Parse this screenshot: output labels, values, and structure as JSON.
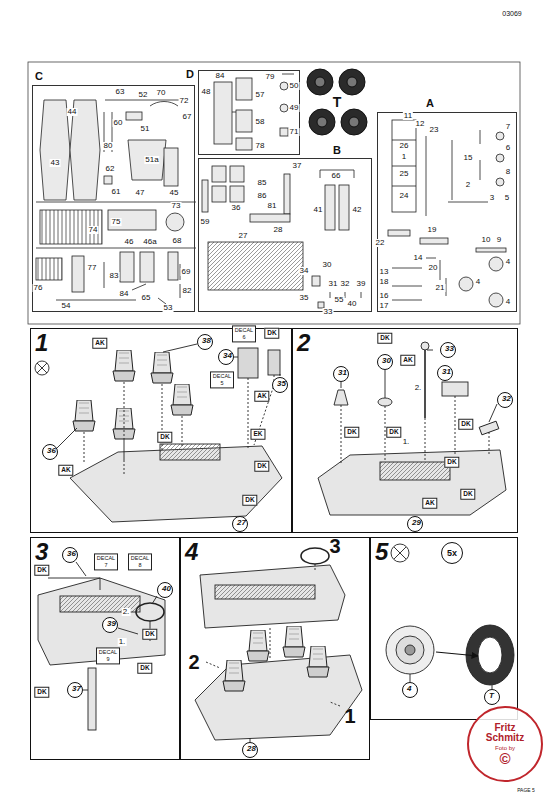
{
  "diagram": {
    "nodes": [
      {
        "text": [
          "C"
        ]
      },
      {
        "text": [
          "D"
        ]
      },
      {
        "text": [
          "B"
        ]
      },
      {
        "text": [
          "A"
        ]
      },
      {
        "text": [
          "1"
        ]
      },
      {
        "text": [
          "38"
        ],
        "in": 4
      },
      {
        "text": [
          "36"
        ],
        "in": 4
      },
      {
        "text": [
          "34"
        ],
        "in": 4
      },
      {
        "text": [
          "35"
        ],
        "in": 4
      },
      {
        "text": [
          "27"
        ],
        "in": 4
      },
      {
        "text": [
          "2"
        ]
      },
      {
        "text": [
          "31"
        ],
        "in": 10
      },
      {
        "text": [
          "30"
        ],
        "in": 10
      },
      {
        "text": [
          "33"
        ],
        "in": 10
      },
      {
        "text": [
          "31"
        ],
        "in": 10
      },
      {
        "text": [
          "32"
        ],
        "in": 10
      },
      {
        "text": [
          "29"
        ],
        "in": 10
      },
      {
        "text": [
          "3"
        ]
      },
      {
        "text": [
          "36"
        ],
        "in": 17
      },
      {
        "text": [
          "40"
        ],
        "in": 17
      },
      {
        "text": [
          "39"
        ],
        "in": 17
      },
      {
        "text": [
          "37"
        ],
        "in": 17
      },
      {
        "text": [
          "4"
        ]
      },
      {
        "text": [
          "28"
        ],
        "in": 22
      },
      {
        "text": [
          "5"
        ]
      },
      {
        "text": [
          "4"
        ],
        "in": 24
      },
      {
        "text": [
          "T"
        ],
        "in": 24
      },
      {
        "text": [
          "Fritz Schmitz",
          "Foto by",
          "©"
        ]
      }
    ],
    "labels": [
      "03069",
      "T",
      "63",
      "52",
      "70",
      "72",
      "67",
      "44",
      "43",
      "80",
      "60",
      "51",
      "51a",
      "62",
      "61",
      "47",
      "45",
      "74",
      "75",
      "73",
      "46",
      "46a",
      "68",
      "76",
      "77",
      "83",
      "54",
      "69",
      "82",
      "84",
      "65",
      "53",
      "84",
      "48",
      "57",
      "79",
      "50",
      "49",
      "58",
      "78",
      "71",
      "37",
      "85",
      "86",
      "36",
      "81",
      "59",
      "28",
      "66",
      "41",
      "42",
      "27",
      "34",
      "30",
      "35",
      "31",
      "32",
      "39",
      "33",
      "55",
      "40",
      "11",
      "12",
      "23",
      "7",
      "26",
      "1",
      "15",
      "6",
      "25",
      "2",
      "24",
      "8",
      "3",
      "5",
      "22",
      "19",
      "10",
      "9",
      "14",
      "4",
      "13",
      "18",
      "20",
      "4",
      "16",
      "17",
      "21",
      "4",
      "AK",
      "DK",
      "DECAL 6",
      "DECAL 5",
      "AK",
      "DK",
      "EK",
      "DK",
      "AK",
      "DK",
      "DK",
      "AK",
      "2.",
      "DK",
      "DK",
      "1.",
      "DK",
      "DK",
      "DK",
      "AK",
      "DK",
      "DECAL 7",
      "DECAL 8",
      "DK",
      "2.",
      "1.",
      "DECAL 9",
      "DK",
      "DK",
      "3",
      "2",
      "1",
      "5x",
      "PAGE 5"
    ]
  }
}
